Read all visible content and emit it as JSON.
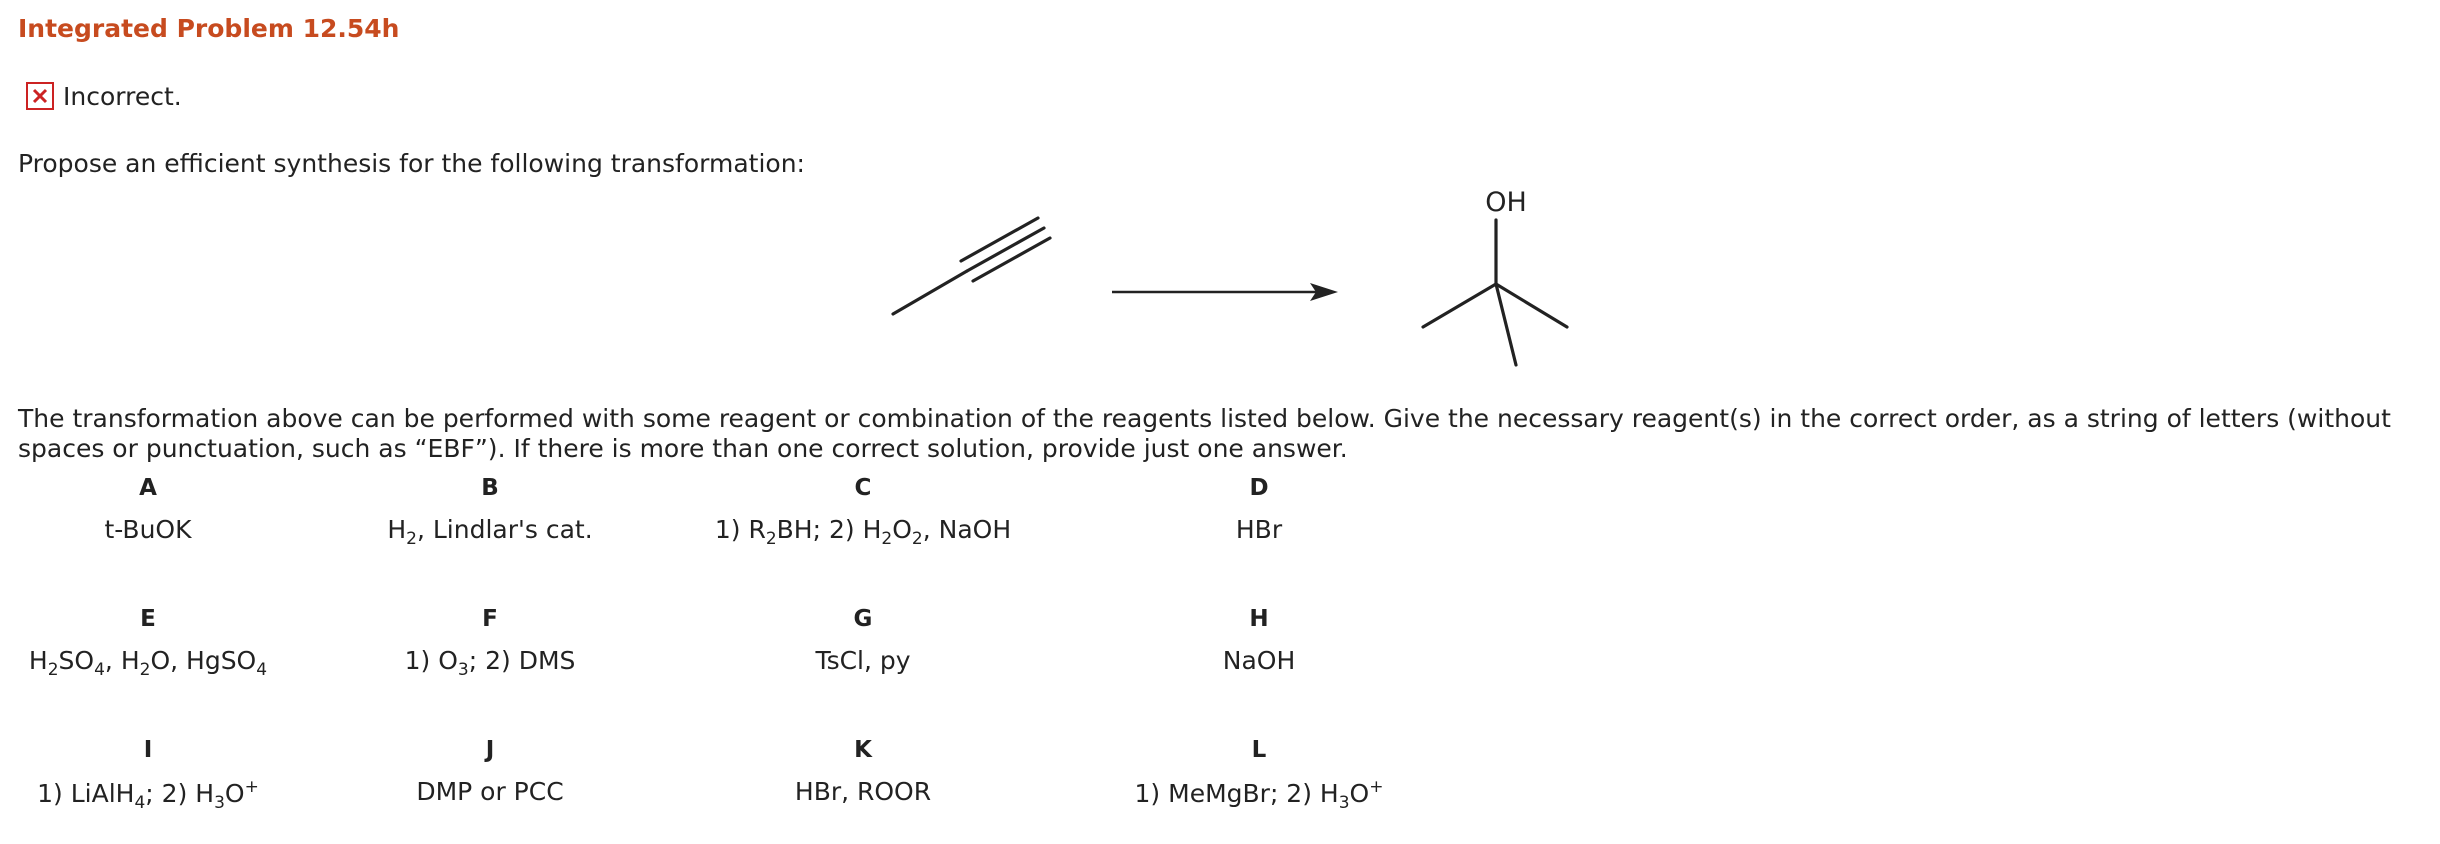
{
  "problem": {
    "title": "Integrated Problem 12.54h",
    "status": "Incorrect.",
    "status_icon": "x-mark-icon",
    "prompt": "Propose an efficient synthesis for the following transformation:",
    "product_label": "OH",
    "instructions": "The transformation above can be performed with some reagent or combination of the reagents listed below. Give the necessary reagent(s) in the correct order, as a string of letters (without spaces or punctuation, such as “EBF”). If there is more than one correct solution, provide just one answer."
  },
  "reagents": {
    "A": {
      "letter": "A",
      "text": "t-BuOK"
    },
    "B": {
      "letter": "B",
      "p1": "H",
      "s1": "2",
      "p2": ", Lindlar's cat."
    },
    "C": {
      "letter": "C",
      "p1": "1) R",
      "s1": "2",
      "p2": "BH; 2) H",
      "s2": "2",
      "p3": "O",
      "s3": "2",
      "p4": ", NaOH"
    },
    "D": {
      "letter": "D",
      "text": "HBr"
    },
    "E": {
      "letter": "E",
      "p1": "H",
      "s1": "2",
      "p2": "SO",
      "s2": "4",
      "p3": ", H",
      "s3": "2",
      "p4": "O, HgSO",
      "s4": "4"
    },
    "F": {
      "letter": "F",
      "p1": "1) O",
      "s1": "3",
      "p2": "; 2) DMS"
    },
    "G": {
      "letter": "G",
      "text": "TsCl, py"
    },
    "H": {
      "letter": "H",
      "text": "NaOH"
    },
    "I": {
      "letter": "I",
      "p1": "1) LiAlH",
      "s1": "4",
      "p2": "; 2) H",
      "s2": "3",
      "p3": "O",
      "sup1": "+"
    },
    "J": {
      "letter": "J",
      "text": "DMP or PCC"
    },
    "K": {
      "letter": "K",
      "text": "HBr, ROOR"
    },
    "L": {
      "letter": "L",
      "p1": "1) MeMgBr; 2) H",
      "s1": "3",
      "p2": "O",
      "sup1": "+"
    }
  },
  "colors": {
    "title": "#c74b1f",
    "error": "#cc2222",
    "text": "#222222"
  }
}
